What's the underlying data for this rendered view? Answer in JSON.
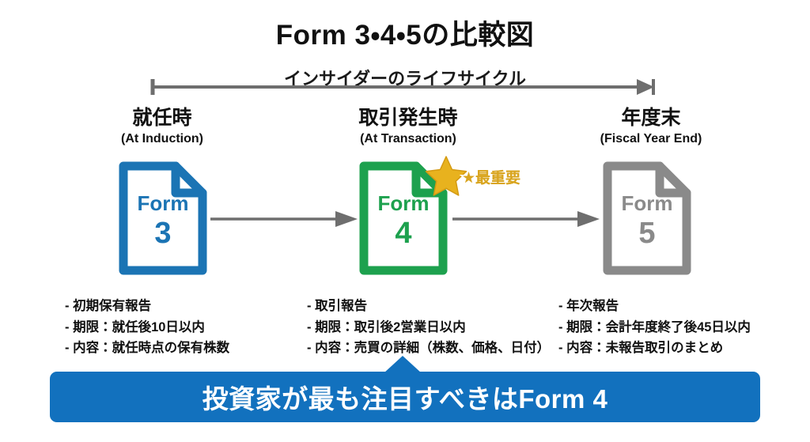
{
  "page": {
    "title": "Form 3・4・5の比較図",
    "lifecycle_label": "インサイダーのライフサイクル"
  },
  "columns": [
    {
      "header_jp": "就任時",
      "header_en": "(At Induction)",
      "form_word": "Form",
      "form_number": "3",
      "color": "#1B74B4",
      "details": [
        "- 初期保有報告",
        "- 期限：就任後10日以内",
        "- 内容：就任時点の保有株数"
      ]
    },
    {
      "header_jp": "取引発生時",
      "header_en": "(At Transaction)",
      "form_word": "Form",
      "form_number": "4",
      "color": "#1DA14E",
      "badge": "★最重要",
      "badge_color": "#D9A520",
      "details": [
        "- 取引報告",
        "- 期限：取引後2営業日以内",
        "- 内容：売買の詳細（株数、価格、日付）"
      ]
    },
    {
      "header_jp": "年度末",
      "header_en": "(Fiscal Year End)",
      "form_word": "Form",
      "form_number": "5",
      "color": "#8A8A8A",
      "details": [
        "- 年次報告",
        "- 期限：会計年度終了後45日以内",
        "- 内容：未報告取引のまとめ"
      ]
    }
  ],
  "banner": {
    "text": "投資家が最も注目すべきはForm 4",
    "color": "#1271BE"
  }
}
